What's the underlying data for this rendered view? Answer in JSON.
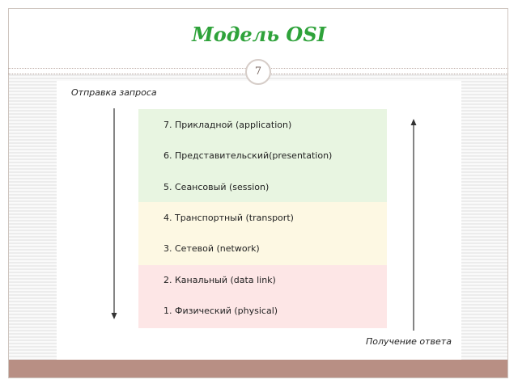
{
  "slide": {
    "title": "Модель OSI",
    "page_number": "7"
  },
  "diagram": {
    "send_label": "Отправка запроса",
    "receive_label": "Получение ответа",
    "layers": [
      "7. Прикладной (application)",
      "6. Представительский(presentation)",
      "5. Сеансовый (session)",
      "4. Транспортный (transport)",
      "3. Сетевой (network)",
      "2. Канальный (data link)",
      "1. Физический (physical)"
    ],
    "colors": {
      "title": "#2ea23a",
      "application_group": "#e8f5e1",
      "transport_group": "#fdf8e3",
      "physical_group": "#fde6e6",
      "bottom_bar": "#b88f84"
    }
  }
}
